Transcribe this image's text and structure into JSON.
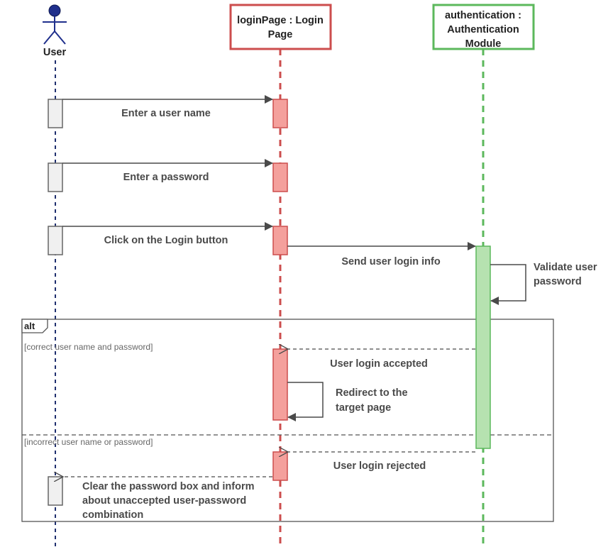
{
  "actor": {
    "label": "User"
  },
  "lifelines": {
    "login": {
      "line1": "loginPage : Login",
      "line2": "Page",
      "color": "#d9534f"
    },
    "auth": {
      "line1": "authentication :",
      "line2": "Authentication",
      "line3": "Module",
      "color": "#5cb85c"
    }
  },
  "messages": {
    "m1": "Enter a user name",
    "m2": "Enter a password",
    "m3": "Click on the Login button",
    "m4": "Send user login info",
    "m5_line1": "Validate user",
    "m5_line2": "password",
    "m6": "User login accepted",
    "m7_line1": "Redirect to the",
    "m7_line2": "target page",
    "m8": "User login rejected",
    "m9_line1": "Clear the password box and inform",
    "m9_line2": "about unaccepted user-password",
    "m9_line3": "combination"
  },
  "fragment": {
    "operator": "alt",
    "guard1": "[correct user name and password]",
    "guard2": "[incorrect user name or password]"
  },
  "colors": {
    "activation_red": "#f4a09c",
    "activation_green": "#b6e2b0",
    "activation_grey": "#f0f0f0",
    "actor_head": "#1f2f8c"
  }
}
